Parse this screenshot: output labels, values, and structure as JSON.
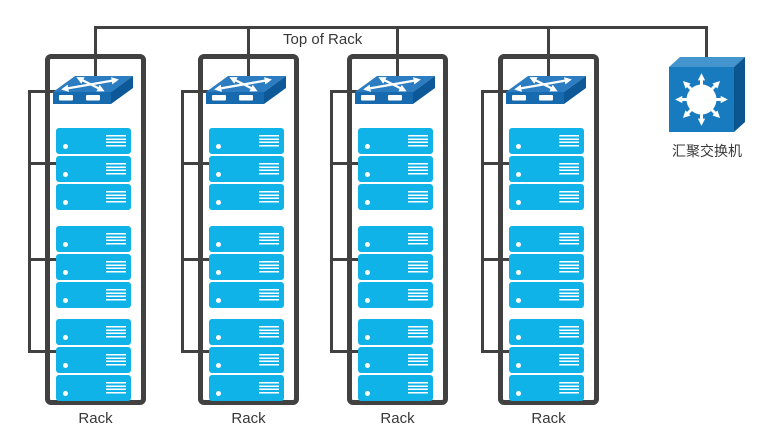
{
  "diagram": {
    "top_of_rack_label": "Top of Rack",
    "racks": [
      {
        "label": "Rack"
      },
      {
        "label": "Rack"
      },
      {
        "label": "Rack"
      },
      {
        "label": "Rack"
      }
    ],
    "rack_structure": {
      "groups_per_rack": 3,
      "servers_per_group": 3,
      "tor_switch_icon": "layer2-switch-icon",
      "server_icon": "rack-server-icon"
    },
    "aggregation_switch": {
      "label": "汇聚交换机",
      "icon": "multilayer-switch-cube-icon"
    },
    "colors": {
      "line": "#414141",
      "text": "#383838",
      "server_fill": "#10b3e8",
      "server_detail": "#ffffff",
      "switch_top": "#2b7cc1",
      "switch_front": "#186aae",
      "switch_side": "#0d5898",
      "cube_front": "#187abf",
      "cube_top": "#4494cd",
      "cube_side": "#0b5590"
    }
  }
}
